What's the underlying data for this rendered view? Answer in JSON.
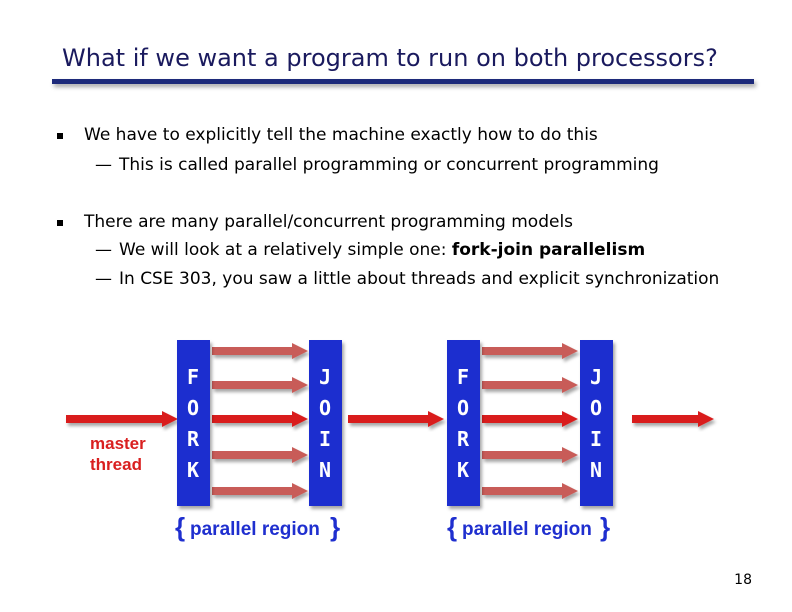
{
  "slide": {
    "title": "What if we want a program to run on both processors?",
    "bullets": [
      {
        "text": "We have to explicitly tell the machine exactly how to do this",
        "subs": [
          {
            "text": "This is called parallel programming or concurrent programming"
          }
        ]
      },
      {
        "text": "There are many parallel/concurrent programming models",
        "subs": [
          {
            "prefix": "We will look at a relatively simple one: ",
            "bold": "fork-join parallelism"
          },
          {
            "text": "In CSE 303, you saw a little about threads and explicit synchronization"
          }
        ]
      }
    ],
    "page_number": "18"
  },
  "diagram": {
    "fork_label": [
      "F",
      "O",
      "R",
      "K"
    ],
    "join_label": [
      "J",
      "O",
      "I",
      "N"
    ],
    "master_thread_label": [
      "master",
      "thread"
    ],
    "parallel_region_label": "parallel region",
    "colors": {
      "box": "#1f2fcf",
      "master_arrow": "#d91f1f",
      "worker_arrow": "#c85c58",
      "label": "#d91f1f",
      "brace_text": "#1f2fcf"
    }
  }
}
